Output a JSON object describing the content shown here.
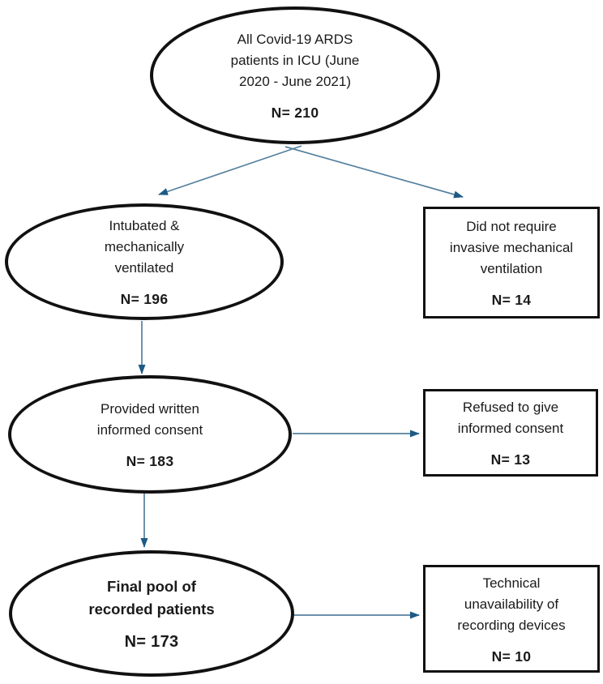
{
  "figure": {
    "type": "patient-flow-diagram",
    "background": "#ffffff"
  },
  "colors": {
    "node_border": "#111111",
    "node_fill": "#ffffff",
    "text": "#1a1a1a",
    "arrow_line": "#55809e",
    "arrow_head": "#1d5a85"
  },
  "nodes": [
    {
      "id": "all-patients",
      "shape": "ellipse",
      "label": "All Covid-19 ARDS\npatients in ICU (June\n2020 - June 2021)",
      "n_label": "N= 210"
    },
    {
      "id": "intubated",
      "shape": "ellipse",
      "label": "Intubated &\nmechanically\nventilated",
      "n_label": "N= 196"
    },
    {
      "id": "no-imv",
      "shape": "rect",
      "label": "Did not require\ninvasive mechanical\nventilation",
      "n_label": "N= 14"
    },
    {
      "id": "consent",
      "shape": "ellipse",
      "label": "Provided written\ninformed consent",
      "n_label": "N= 183"
    },
    {
      "id": "refused",
      "shape": "rect",
      "label": "Refused to give\ninformed consent",
      "n_label": "N= 13"
    },
    {
      "id": "final-pool",
      "shape": "ellipse",
      "label": "Final pool of\nrecorded patients",
      "n_label": "N= 173"
    },
    {
      "id": "technical",
      "shape": "rect",
      "label": "Technical\nunavailability of\nrecording devices",
      "n_label": "N= 10"
    }
  ],
  "edges": [
    {
      "from": "all-patients",
      "to": "intubated"
    },
    {
      "from": "all-patients",
      "to": "no-imv"
    },
    {
      "from": "intubated",
      "to": "consent"
    },
    {
      "from": "consent",
      "to": "refused"
    },
    {
      "from": "consent",
      "to": "final-pool"
    },
    {
      "from": "final-pool",
      "to": "technical"
    }
  ]
}
